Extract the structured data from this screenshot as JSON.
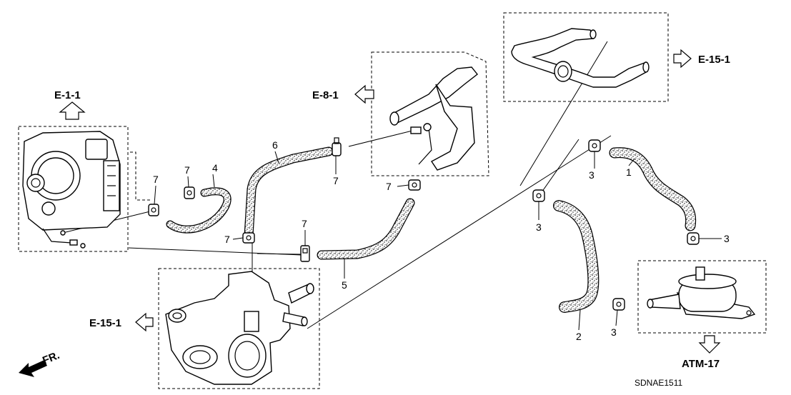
{
  "references": {
    "e_1_1": "E-1-1",
    "e_8_1": "E-8-1",
    "e_15_1_top": "E-15-1",
    "e_15_1_left": "E-15-1",
    "atm_17": "ATM-17"
  },
  "front_indicator": "FR.",
  "diagram_code": "SDNAE1511",
  "callouts": {
    "hose_1": "1",
    "hose_2": "2",
    "clamp_3_a": "3",
    "clamp_3_b": "3",
    "clamp_3_c": "3",
    "clamp_3_d": "3",
    "hose_4": "4",
    "hose_5": "5",
    "hose_6": "6",
    "clamp_7_a": "7",
    "clamp_7_b": "7",
    "clamp_7_c": "7",
    "clamp_7_d": "7",
    "clamp_7_e": "7",
    "clamp_7_f": "7"
  }
}
